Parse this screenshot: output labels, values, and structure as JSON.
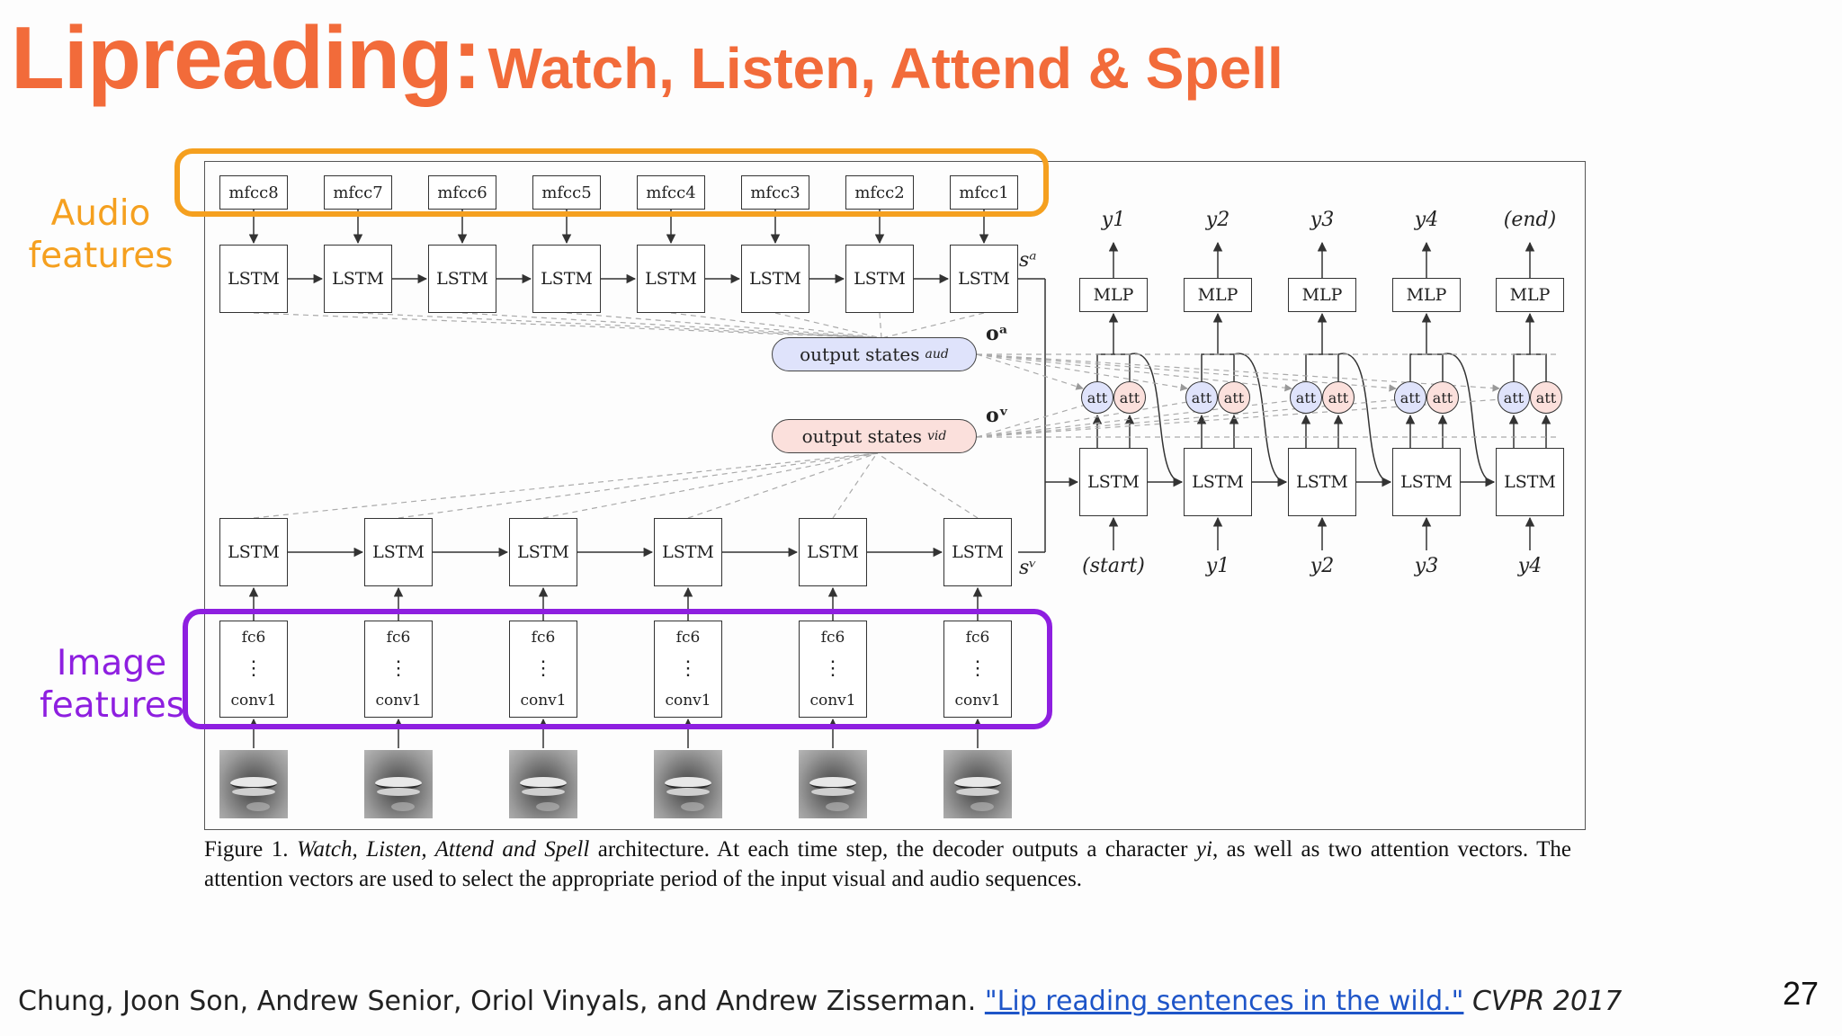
{
  "slide": {
    "title": "Lipreading:",
    "subtitle": "Watch, Listen, Attend & Spell",
    "audio_label_line1": "Audio",
    "audio_label_line2": "features",
    "image_label_line1": "Image",
    "image_label_line2": "features",
    "page_number": "27",
    "colors": {
      "title": "#f26b3a",
      "audio": "#f5a01f",
      "image": "#8e1fe0",
      "link": "#1e55c8"
    }
  },
  "diagram": {
    "mfcc_labels": [
      "mfcc8",
      "mfcc7",
      "mfcc6",
      "mfcc5",
      "mfcc4",
      "mfcc3",
      "mfcc2",
      "mfcc1"
    ],
    "audio_lstm_label": "LSTM",
    "video_lstm_label": "LSTM",
    "cnn_top_label": "fc6",
    "cnn_dots": "⋮",
    "cnn_bottom_label": "conv1",
    "output_aud_label": "output states",
    "output_aud_sub": "aud",
    "output_vid_label": "output states",
    "output_vid_sub": "vid",
    "oa_label": "oᵃ",
    "ov_label": "oᵛ",
    "sa_label": "sᵃ",
    "sv_label": "sᵛ",
    "decoder_lstm_label": "LSTM",
    "mlp_label": "MLP",
    "att_label": "att",
    "decoder_outputs": [
      "y1",
      "y2",
      "y3",
      "y4",
      "(end)"
    ],
    "decoder_inputs": [
      "(start)",
      "y1",
      "y2",
      "y3",
      "y4"
    ],
    "audio_step_count": 8,
    "video_step_count": 6,
    "decoder_step_count": 5,
    "mouth_frames": [
      "mouth-frame",
      "mouth-frame",
      "mouth-frame",
      "mouth-frame",
      "mouth-frame",
      "mouth-frame"
    ]
  },
  "caption": {
    "figure_no": "Figure 1.",
    "title_italic": "Watch, Listen, Attend and Spell",
    "text_1": " architecture.  At each time step, the decoder outputs a character ",
    "symbol_yi": "yi",
    "text_2": ", as well as two attention vectors. The attention vectors are used to select the appropriate period of the input visual and audio sequences."
  },
  "citation": {
    "authors": "Chung, Joon Son, Andrew Senior, Oriol Vinyals, and Andrew Zisserman. ",
    "link_text": "\"Lip reading sentences in the wild.\"",
    "venue": " CVPR 2017"
  }
}
